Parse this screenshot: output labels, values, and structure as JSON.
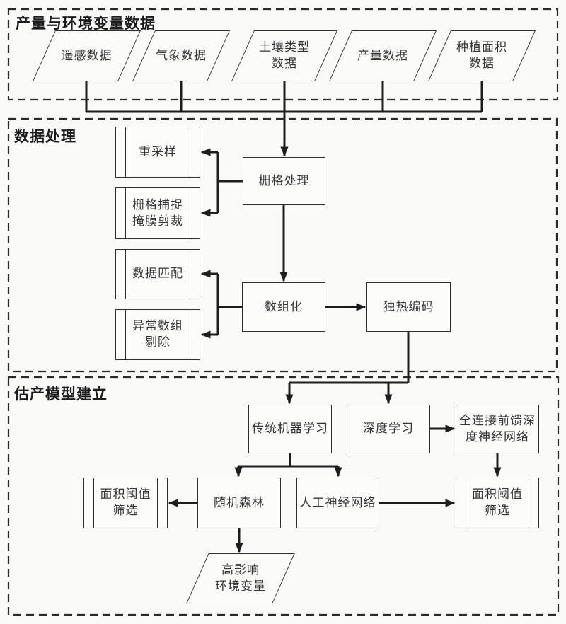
{
  "canvas": {
    "background": "#fafaf9",
    "line_color": "#1d1d1d"
  },
  "sections": {
    "yield_env_data": {
      "title": "产量与环境变量数据"
    },
    "data_processing": {
      "title": "数据处理"
    },
    "model_building": {
      "title": "估产模型建立"
    }
  },
  "nodes": {
    "remote_sensing_data": {
      "label": "遥感数据",
      "shape": "parallelogram"
    },
    "weather_data": {
      "label": "气象数据",
      "shape": "parallelogram"
    },
    "soil_type_data": {
      "label": [
        "土壤类型",
        "数据"
      ],
      "shape": "parallelogram"
    },
    "yield_data": {
      "label": "产量数据",
      "shape": "parallelogram"
    },
    "planting_area_data": {
      "label": [
        "种植面积",
        "数据"
      ],
      "shape": "parallelogram"
    },
    "resampling": {
      "label": "重采样",
      "shape": "predefined-process"
    },
    "raster_snap_mask_clip": {
      "label": [
        "栅格捕捉",
        "掩膜剪裁"
      ],
      "shape": "predefined-process"
    },
    "data_matching": {
      "label": "数据匹配",
      "shape": "predefined-process"
    },
    "abnormal_array_removal": {
      "label": [
        "异常数组",
        "剔除"
      ],
      "shape": "predefined-process"
    },
    "raster_processing": {
      "label": "栅格处理",
      "shape": "rect"
    },
    "arrayization": {
      "label": "数组化",
      "shape": "rect"
    },
    "one_hot_encoding": {
      "label": "独热编码",
      "shape": "rect"
    },
    "traditional_ml": {
      "label": "传统机器学习",
      "shape": "rect"
    },
    "deep_learning": {
      "label": "深度学习",
      "shape": "rect"
    },
    "fully_connected_ffdnn": {
      "label": [
        "全连接前馈深",
        "度神经网络"
      ],
      "shape": "rect"
    },
    "area_threshold_filter_left": {
      "label": [
        "面积阈值",
        "筛选"
      ],
      "shape": "predefined-process"
    },
    "random_forest": {
      "label": "随机森林",
      "shape": "rect"
    },
    "artificial_neural_network": {
      "label": "人工神经网络",
      "shape": "rect"
    },
    "area_threshold_filter_right": {
      "label": [
        "面积阈值",
        "筛选"
      ],
      "shape": "predefined-process"
    },
    "high_impact_env_vars": {
      "label": [
        "高影响",
        "环境变量"
      ],
      "shape": "parallelogram"
    }
  }
}
